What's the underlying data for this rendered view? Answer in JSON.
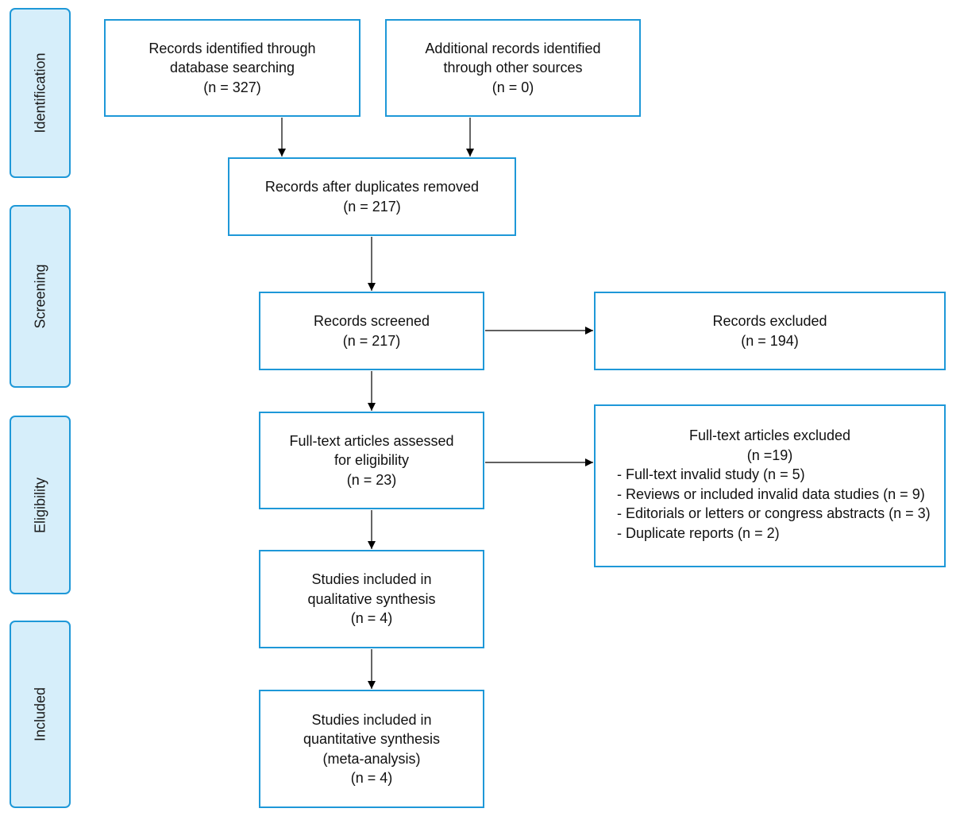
{
  "phases": {
    "identification": "Identification",
    "screening": "Screening",
    "eligibility": "Eligibility",
    "included": "Included"
  },
  "boxes": {
    "database_search": {
      "lines": [
        "Records identified through",
        "database searching",
        "(n = 327)"
      ]
    },
    "other_sources": {
      "lines": [
        "Additional records identified",
        "through other sources",
        "(n = 0)"
      ]
    },
    "after_duplicates": {
      "lines": [
        "Records after duplicates removed",
        "(n = 217)"
      ]
    },
    "screened": {
      "lines": [
        "Records screened",
        "(n = 217)"
      ]
    },
    "excluded": {
      "lines": [
        "Records excluded",
        "(n = 194)"
      ]
    },
    "fulltext_assessed": {
      "lines": [
        "Full-text articles assessed",
        "for eligibility",
        "(n = 23)"
      ]
    },
    "fulltext_excluded": {
      "title": "Full-text articles excluded",
      "count": "(n =19)",
      "items": [
        "- Full-text invalid study (n = 5)",
        "- Reviews or included invalid data studies (n = 9)",
        "- Editorials or letters or congress abstracts (n = 3)",
        "- Duplicate reports (n = 2)"
      ]
    },
    "qualitative": {
      "lines": [
        "Studies included in",
        "qualitative synthesis",
        "(n = 4)"
      ]
    },
    "quantitative": {
      "lines": [
        "Studies included in",
        "quantitative synthesis",
        "(meta-analysis)",
        "(n = 4)"
      ]
    }
  },
  "colors": {
    "border": "#1e98d8",
    "phase_fill": "#d6eefa",
    "arrow": "#000000"
  }
}
